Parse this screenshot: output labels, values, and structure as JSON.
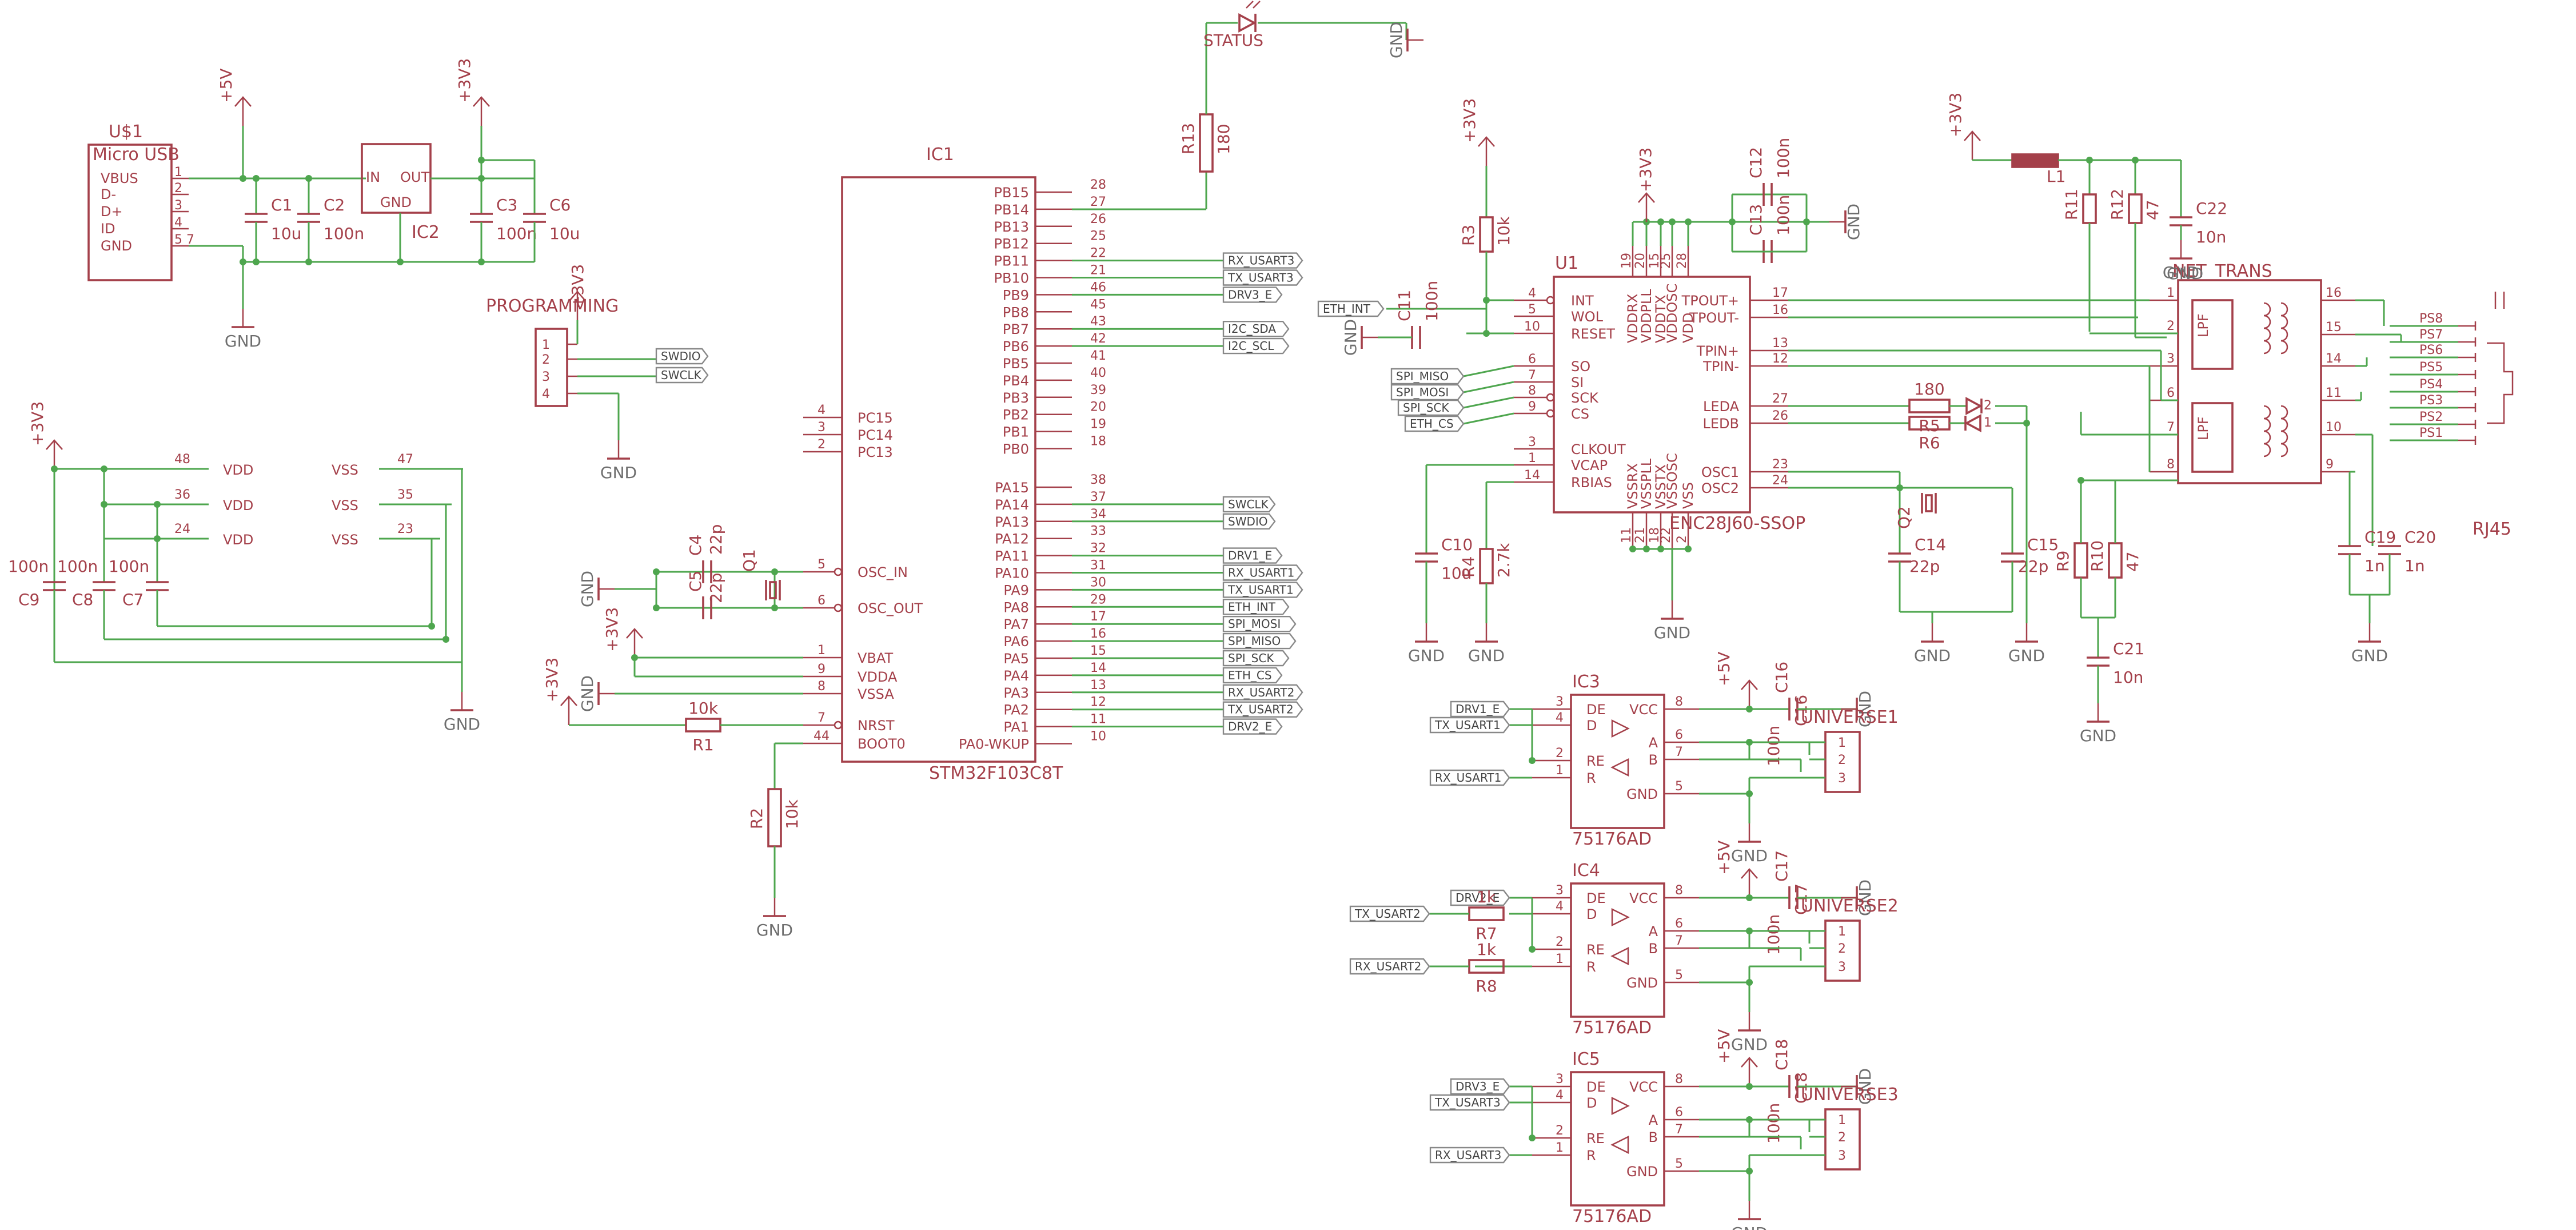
{
  "usb": {
    "name": "U$1",
    "value": "Micro USB",
    "pins": [
      "VBUS",
      "D-",
      "D+",
      "ID",
      "GND"
    ],
    "pinnums": [
      "1",
      "2",
      "3",
      "4",
      "5 7"
    ]
  },
  "reg": {
    "name": "IC2",
    "pins": [
      "IN",
      "OUT",
      "GND"
    ]
  },
  "c1": {
    "name": "C1",
    "value": "10u"
  },
  "c2": {
    "name": "C2",
    "value": "100n"
  },
  "c3": {
    "name": "C3",
    "value": "100n"
  },
  "c6": {
    "name": "C6",
    "value": "10u"
  },
  "c7": {
    "name": "C7",
    "value": "100n"
  },
  "c8": {
    "name": "C8",
    "value": "100n"
  },
  "c9": {
    "name": "C9",
    "value": "100n"
  },
  "c4": {
    "name": "C4",
    "value": "22p"
  },
  "c5": {
    "name": "C5",
    "value": "22p"
  },
  "q1": {
    "name": "Q1"
  },
  "r1": {
    "name": "R1",
    "value": "10k"
  },
  "r2": {
    "name": "R2",
    "value": "10k"
  },
  "r13": {
    "name": "R13",
    "value": "180"
  },
  "status_led": {
    "name": "STATUS"
  },
  "prog": {
    "name": "PROGRAMMING",
    "pins": [
      "1",
      "2",
      "3",
      "4"
    ]
  },
  "power_pins": {
    "vdd": [
      {
        "num": "48",
        "name": "VDD"
      },
      {
        "num": "36",
        "name": "VDD"
      },
      {
        "num": "24",
        "name": "VDD"
      }
    ],
    "vss": [
      {
        "num": "47",
        "name": "VSS"
      },
      {
        "num": "35",
        "name": "VSS"
      },
      {
        "num": "23",
        "name": "VSS"
      }
    ]
  },
  "mcu": {
    "name": "IC1",
    "value": "STM32F103C8T",
    "left_pins": [
      {
        "num": "4",
        "name": "PC15"
      },
      {
        "num": "3",
        "name": "PC14"
      },
      {
        "num": "2",
        "name": "PC13"
      },
      {
        "num": "5",
        "name": "OSC_IN"
      },
      {
        "num": "6",
        "name": "OSC_OUT"
      },
      {
        "num": "1",
        "name": "VBAT"
      },
      {
        "num": "9",
        "name": "VDDA"
      },
      {
        "num": "8",
        "name": "VSSA"
      },
      {
        "num": "7",
        "name": "NRST"
      },
      {
        "num": "44",
        "name": "BOOT0"
      }
    ],
    "right_pins": [
      {
        "num": "28",
        "name": "PB15"
      },
      {
        "num": "27",
        "name": "PB14"
      },
      {
        "num": "26",
        "name": "PB13"
      },
      {
        "num": "25",
        "name": "PB12"
      },
      {
        "num": "22",
        "name": "PB11"
      },
      {
        "num": "21",
        "name": "PB10"
      },
      {
        "num": "46",
        "name": "PB9"
      },
      {
        "num": "45",
        "name": "PB8"
      },
      {
        "num": "43",
        "name": "PB7"
      },
      {
        "num": "42",
        "name": "PB6"
      },
      {
        "num": "41",
        "name": "PB5"
      },
      {
        "num": "40",
        "name": "PB4"
      },
      {
        "num": "39",
        "name": "PB3"
      },
      {
        "num": "20",
        "name": "PB2"
      },
      {
        "num": "19",
        "name": "PB1"
      },
      {
        "num": "18",
        "name": "PB0"
      },
      {
        "num": "38",
        "name": "PA15"
      },
      {
        "num": "37",
        "name": "PA14"
      },
      {
        "num": "34",
        "name": "PA13"
      },
      {
        "num": "33",
        "name": "PA12"
      },
      {
        "num": "32",
        "name": "PA11"
      },
      {
        "num": "31",
        "name": "PA10"
      },
      {
        "num": "30",
        "name": "PA9"
      },
      {
        "num": "29",
        "name": "PA8"
      },
      {
        "num": "17",
        "name": "PA7"
      },
      {
        "num": "16",
        "name": "PA6"
      },
      {
        "num": "15",
        "name": "PA5"
      },
      {
        "num": "14",
        "name": "PA4"
      },
      {
        "num": "13",
        "name": "PA3"
      },
      {
        "num": "12",
        "name": "PA2"
      },
      {
        "num": "11",
        "name": "PA1"
      },
      {
        "num": "10",
        "name": "PA0-WKUP"
      }
    ]
  },
  "mcu_tags": {
    "PB11": "RX_USART3",
    "PB10": "TX_USART3",
    "PB9": "DRV3_E",
    "PB7": "I2C_SDA",
    "PB6": "I2C_SCL",
    "PA14": "SWCLK",
    "PA13": "SWDIO",
    "PA11": "DRV1_E",
    "PA10": "RX_USART1",
    "PA9": "TX_USART1",
    "PA8": "ETH_INT",
    "PA7": "SPI_MOSI",
    "PA6": "SPI_MISO",
    "PA5": "SPI_SCK",
    "PA4": "ETH_CS",
    "PA3": "RX_USART2",
    "PA2": "TX_USART2",
    "PA1": "DRV2_E"
  },
  "prog_tags": [
    "SWDIO",
    "SWCLK"
  ],
  "eth": {
    "name": "U1",
    "value": "ENC28J60-SSOP",
    "left_pins": [
      {
        "num": "4",
        "name": "INT"
      },
      {
        "num": "5",
        "name": "WOL"
      },
      {
        "num": "10",
        "name": "RESET"
      },
      {
        "num": "6",
        "name": "SO"
      },
      {
        "num": "7",
        "name": "SI"
      },
      {
        "num": "8",
        "name": "SCK"
      },
      {
        "num": "9",
        "name": "CS"
      },
      {
        "num": "3",
        "name": "CLKOUT"
      },
      {
        "num": "1",
        "name": "VCAP"
      },
      {
        "num": "14",
        "name": "RBIAS"
      }
    ],
    "right_pins": [
      {
        "num": "17",
        "name": "TPOUT+"
      },
      {
        "num": "16",
        "name": "TPOUT-"
      },
      {
        "num": "13",
        "name": "TPIN+"
      },
      {
        "num": "12",
        "name": "TPIN-"
      },
      {
        "num": "27",
        "name": "LEDA"
      },
      {
        "num": "26",
        "name": "LEDB"
      },
      {
        "num": "23",
        "name": "OSC1"
      },
      {
        "num": "24",
        "name": "OSC2"
      }
    ],
    "top_pins": [
      {
        "num": "19",
        "name": "VDDRX"
      },
      {
        "num": "20",
        "name": "VDDPLL"
      },
      {
        "num": "15",
        "name": "VDDTX"
      },
      {
        "num": "25",
        "name": "VDDOSC"
      },
      {
        "num": "28",
        "name": "VDD"
      }
    ],
    "bottom_pins": [
      {
        "num": "11",
        "name": "VSSRX"
      },
      {
        "num": "21",
        "name": "VSSPLL"
      },
      {
        "num": "18",
        "name": "VSSTX"
      },
      {
        "num": "22",
        "name": "VSSOSC"
      },
      {
        "num": "2",
        "name": "VSS"
      }
    ]
  },
  "eth_tags": [
    "ETH_INT",
    "SPI_MISO",
    "SPI_MOSI",
    "SPI_SCK",
    "ETH_CS"
  ],
  "c10": {
    "name": "C10",
    "value": "10u"
  },
  "c11": {
    "name": "C11",
    "value": "100n"
  },
  "c12": {
    "name": "C12",
    "value": "100n"
  },
  "c13": {
    "name": "C13",
    "value": "100n"
  },
  "c14": {
    "name": "C14"
  },
  "c15": {
    "name": "C15",
    "value": "22p"
  },
  "c14v": {
    "value": "22p"
  },
  "q2": {
    "name": "Q2"
  },
  "r3": {
    "name": "R3",
    "value": "10k"
  },
  "r4": {
    "name": "R4",
    "value": "2.7k"
  },
  "r5": {
    "name": "R5",
    "value": "180"
  },
  "r6": {
    "name": "R6"
  },
  "led_pins": [
    "2",
    "1"
  ],
  "l1": {
    "name": "L1"
  },
  "r11": {
    "name": "R11"
  },
  "r12": {
    "name": "R12",
    "value": "47"
  },
  "c22": {
    "name": "C22",
    "value": "10n"
  },
  "r9": {
    "name": "R9"
  },
  "r10": {
    "name": "R10",
    "value": "47"
  },
  "c21": {
    "name": "C21",
    "value": "10n"
  },
  "c19": {
    "name": "C19",
    "value": "1n"
  },
  "c20": {
    "name": "C20",
    "value": "1n"
  },
  "trans": {
    "name": "NET_TRANS",
    "lpf": "LPF",
    "gnd": "GND",
    "left_pins": [
      "1",
      "2",
      "3",
      "6",
      "7",
      "8"
    ],
    "right_pins": [
      "16",
      "15",
      "14",
      "11",
      "10",
      "9"
    ]
  },
  "rj45": {
    "name": "RJ45",
    "pins": [
      "PS8",
      "PS7",
      "PS6",
      "PS5",
      "PS4",
      "PS3",
      "PS2",
      "PS1"
    ]
  },
  "drivers": [
    {
      "name": "IC3",
      "value": "75176AD",
      "conn": "UNIVERSE1",
      "cap": "C16",
      "capv": "100n",
      "tags": [
        "DRV1_E",
        "TX_USART1",
        "RX_USART1"
      ]
    },
    {
      "name": "IC4",
      "value": "75176AD",
      "conn": "UNIVERSE2",
      "cap": "C17",
      "capv": "100n",
      "tags": [
        "DRV2_E",
        "TX_USART2",
        "RX_USART2"
      ],
      "r_a": {
        "name": "R7",
        "value": "1k"
      },
      "r_b": {
        "name": "R8",
        "value": "1k"
      }
    },
    {
      "name": "IC5",
      "value": "75176AD",
      "conn": "UNIVERSE3",
      "cap": "C18",
      "capv": "100n",
      "tags": [
        "DRV3_E",
        "TX_USART3",
        "RX_USART3"
      ]
    }
  ],
  "drv_pins": {
    "left": [
      {
        "num": "3",
        "name": "DE"
      },
      {
        "num": "4",
        "name": "D"
      },
      {
        "num": "2",
        "name": "RE"
      },
      {
        "num": "1",
        "name": "R"
      }
    ],
    "right": [
      {
        "num": "8",
        "name": "VCC"
      },
      {
        "num": "6",
        "name": "A"
      },
      {
        "num": "7",
        "name": "B"
      },
      {
        "num": "5",
        "name": "GND"
      }
    ],
    "conn": [
      "1",
      "2",
      "3"
    ]
  },
  "labels": {
    "gnd": "GND",
    "p5v": "+5V",
    "p3v3": "+3V3"
  }
}
